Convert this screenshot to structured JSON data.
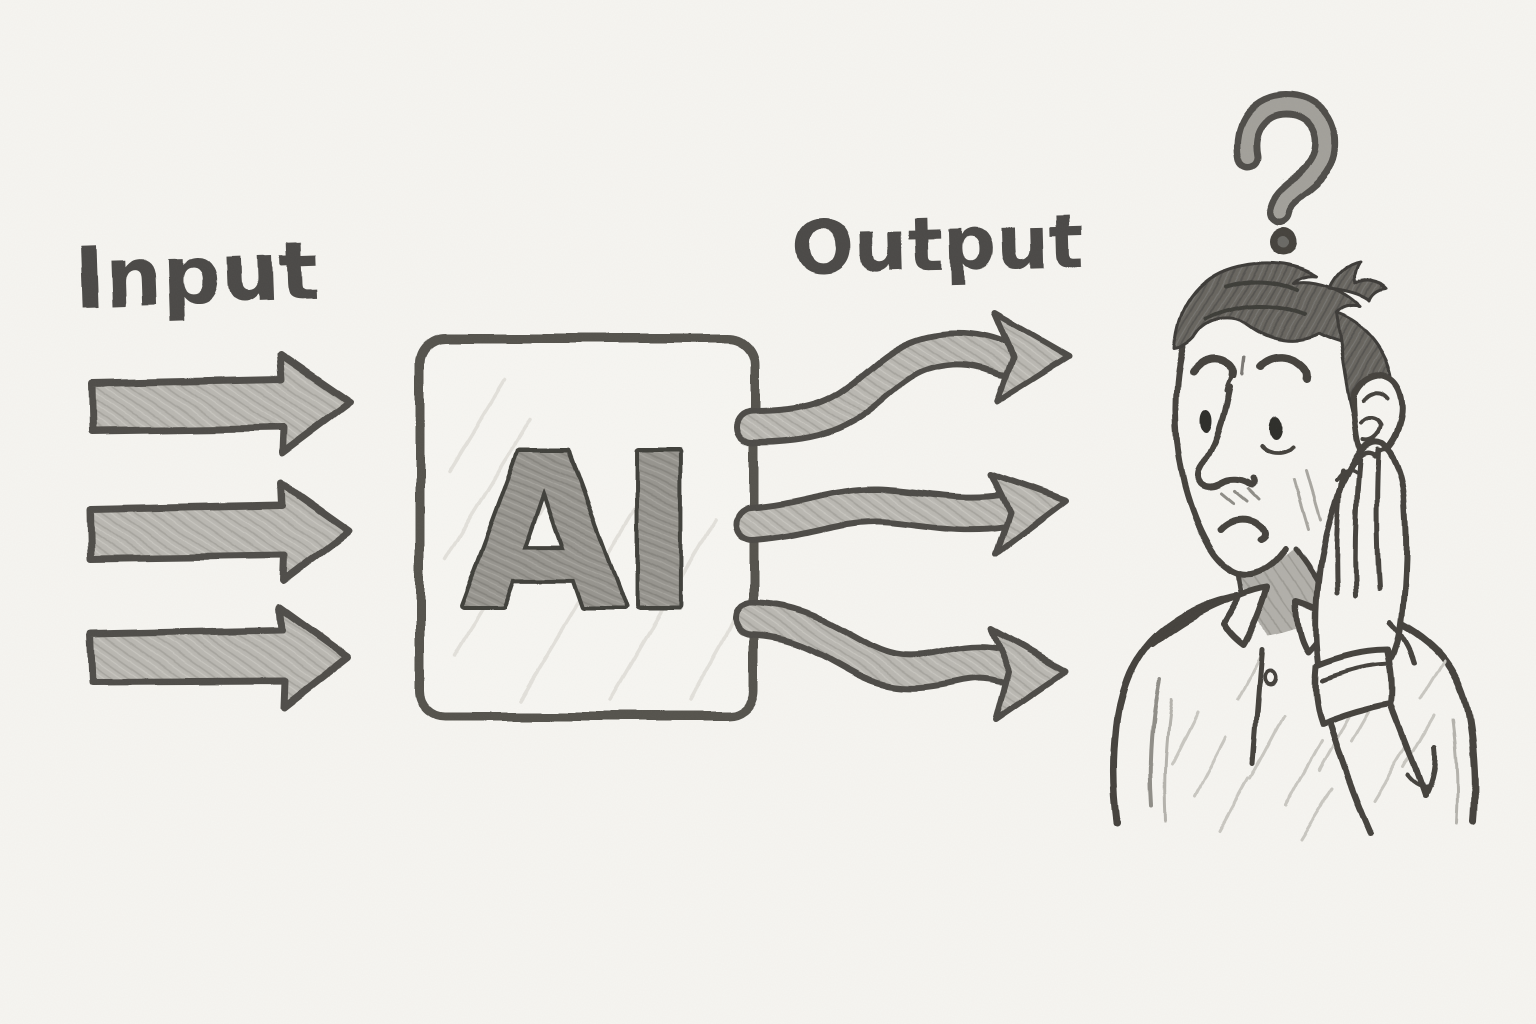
{
  "scene": {
    "type": "hand-drawn pencil sketch illustration",
    "background_color": "#f6f5f1",
    "pencil_line_color": "#45433f",
    "graphite_fill_color": "#b9b7b1",
    "labels": {
      "input": "Input",
      "output": "Output",
      "ai_box": "AI",
      "question_mark": "?"
    },
    "elements": {
      "input_arrows": 3,
      "output_arrows": 3,
      "ai_box": "rounded square chip labeled AI",
      "person": "worried man touching his cheek with question mark overhead"
    }
  }
}
